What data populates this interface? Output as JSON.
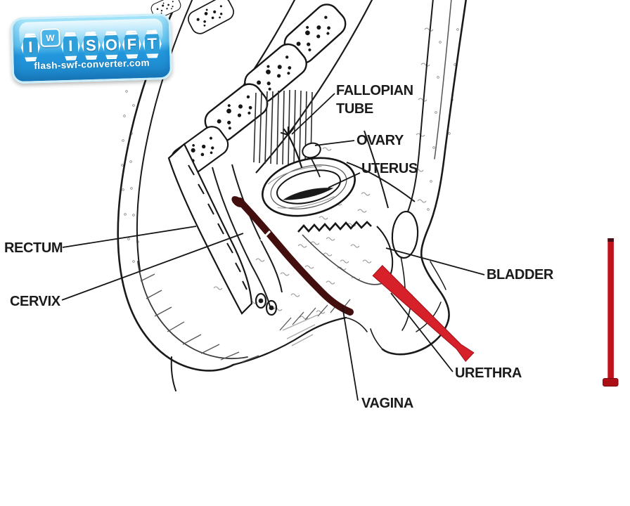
{
  "watermark": {
    "letters": [
      "I",
      "W",
      "I",
      "S",
      "O",
      "F",
      "T"
    ],
    "url": "flash-swf-converter.com"
  },
  "diagram": {
    "labels": [
      {
        "id": "fallopian-tube",
        "text": "FALLOPIAN\nTUBE"
      },
      {
        "id": "ovary",
        "text": "OVARY"
      },
      {
        "id": "uterus",
        "text": "UTERUS"
      },
      {
        "id": "rectum",
        "text": "RECTUM"
      },
      {
        "id": "cervix",
        "text": "CERVIX"
      },
      {
        "id": "bladder",
        "text": "BLADDER"
      },
      {
        "id": "urethra",
        "text": "URETHRA"
      },
      {
        "id": "vagina",
        "text": "VAGINA"
      }
    ],
    "colors": {
      "label_text": "#1b1b1b",
      "line_art": "#1a1a1a",
      "pointer_red": "#d6202a",
      "marker_bar_red": "#c1121b",
      "highlight_maroon": "#420e0e",
      "logo_blue": "#2b9fe0"
    }
  }
}
